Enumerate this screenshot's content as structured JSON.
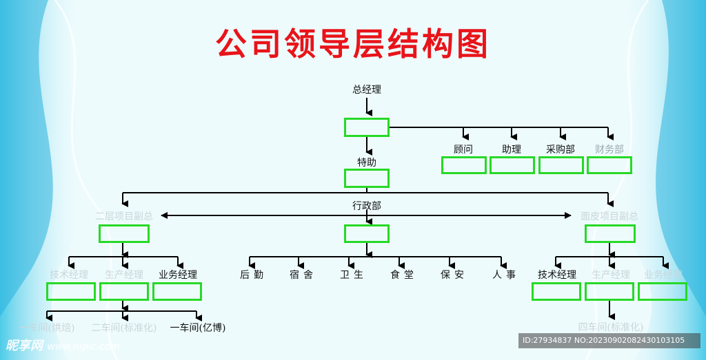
{
  "title": "公司领导层结构图",
  "nodes": {
    "gm": "总经理",
    "special_assistant": "特助",
    "advisor": "顾问",
    "assistant": "助理",
    "purchasing": "采购部",
    "finance": "财务部",
    "admin": "行政部",
    "vp_left": "二层项目副总",
    "vp_right": "面皮项目副总",
    "logistics": "后勤",
    "dormitory": "宿舍",
    "hygiene": "卫生",
    "canteen": "食堂",
    "security": "保安",
    "hr": "人事",
    "tech_mgr_l": "技术经理",
    "prod_mgr_l": "生产经理",
    "biz_mgr_l": "业务经理",
    "workshop_1": "一车间(烘焙)",
    "workshop_2": "二车间(标准化)",
    "workshop_3": "一车间(亿博)",
    "tech_mgr_r": "技术经理",
    "prod_mgr_r": "生产经理",
    "biz_mgr_r": "业务经理",
    "workshop_4": "四车间(标准化)"
  },
  "watermark": {
    "left_brand": "昵享网",
    "left_url": "www.nipic.com",
    "right_id": "ID:27934837 NO:20230902082430103105"
  },
  "colors": {
    "title": "#e8141a",
    "box_border": "#26d926",
    "line": "#000000"
  }
}
